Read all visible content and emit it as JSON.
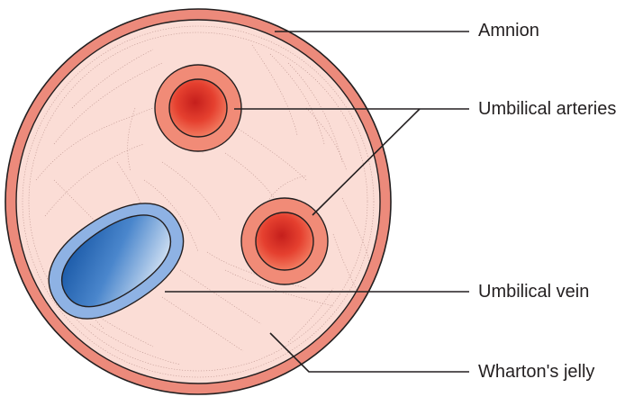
{
  "labels": {
    "amnion": "Amnion",
    "umbilical_arteries": "Umbilical arteries",
    "umbilical_vein": "Umbilical vein",
    "whartons_jelly": "Wharton's jelly"
  },
  "colors": {
    "amnion": "#ec8a7b",
    "jelly": "#fbddd6",
    "artery_wall": "#f18b77",
    "artery_lumen": "#e53a32",
    "vein_wall": "#8eb2e4",
    "vein_lumen": "#2a66b4",
    "line": "#231f20"
  }
}
